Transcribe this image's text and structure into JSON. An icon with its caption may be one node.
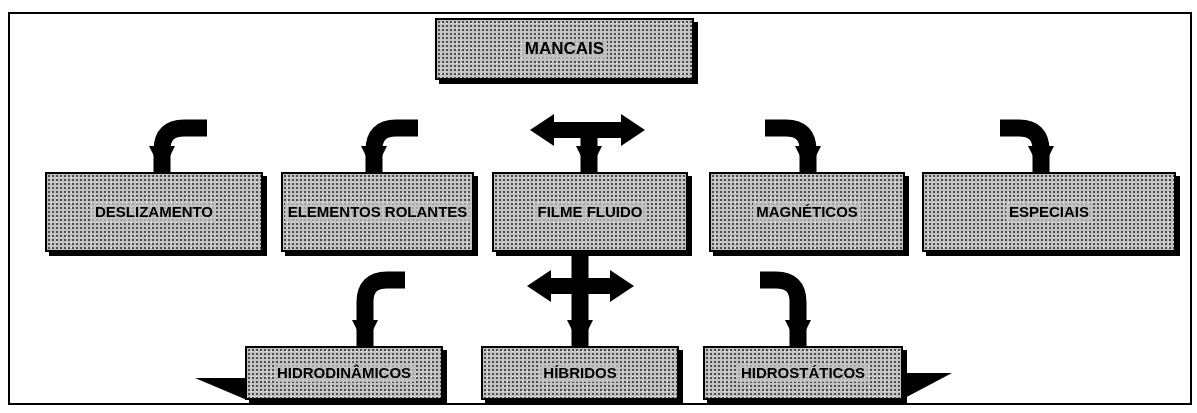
{
  "diagram": {
    "nodes": [
      {
        "text": [
          "MANCAIS"
        ]
      },
      {
        "text": [
          "DESLIZAMENTO"
        ]
      },
      {
        "text": [
          "ELEMENTOS ROLANTES"
        ]
      },
      {
        "text": [
          "FILME FLUIDO"
        ]
      },
      {
        "text": [
          "MAGNÉTICOS"
        ]
      },
      {
        "text": [
          "ESPECIAIS"
        ]
      },
      {
        "text": [
          "HIDRODINÂMICOS"
        ]
      },
      {
        "text": [
          "HÍBRIDOS"
        ]
      },
      {
        "text": [
          "HIDROSTÁTICOS"
        ]
      }
    ],
    "edges": [
      {
        "from": null,
        "to": 1,
        "arrow": "to"
      },
      {
        "from": null,
        "to": 2,
        "arrow": "to"
      },
      {
        "from": null,
        "to": 3,
        "arrow": "to"
      },
      {
        "from": null,
        "to": 4,
        "arrow": "to"
      },
      {
        "from": null,
        "to": 5,
        "arrow": "to"
      },
      {
        "from": null,
        "to": 6,
        "arrow": "to"
      },
      {
        "from": 3,
        "to": 7,
        "arrow": "to"
      },
      {
        "from": null,
        "to": 8,
        "arrow": "to"
      }
    ]
  }
}
